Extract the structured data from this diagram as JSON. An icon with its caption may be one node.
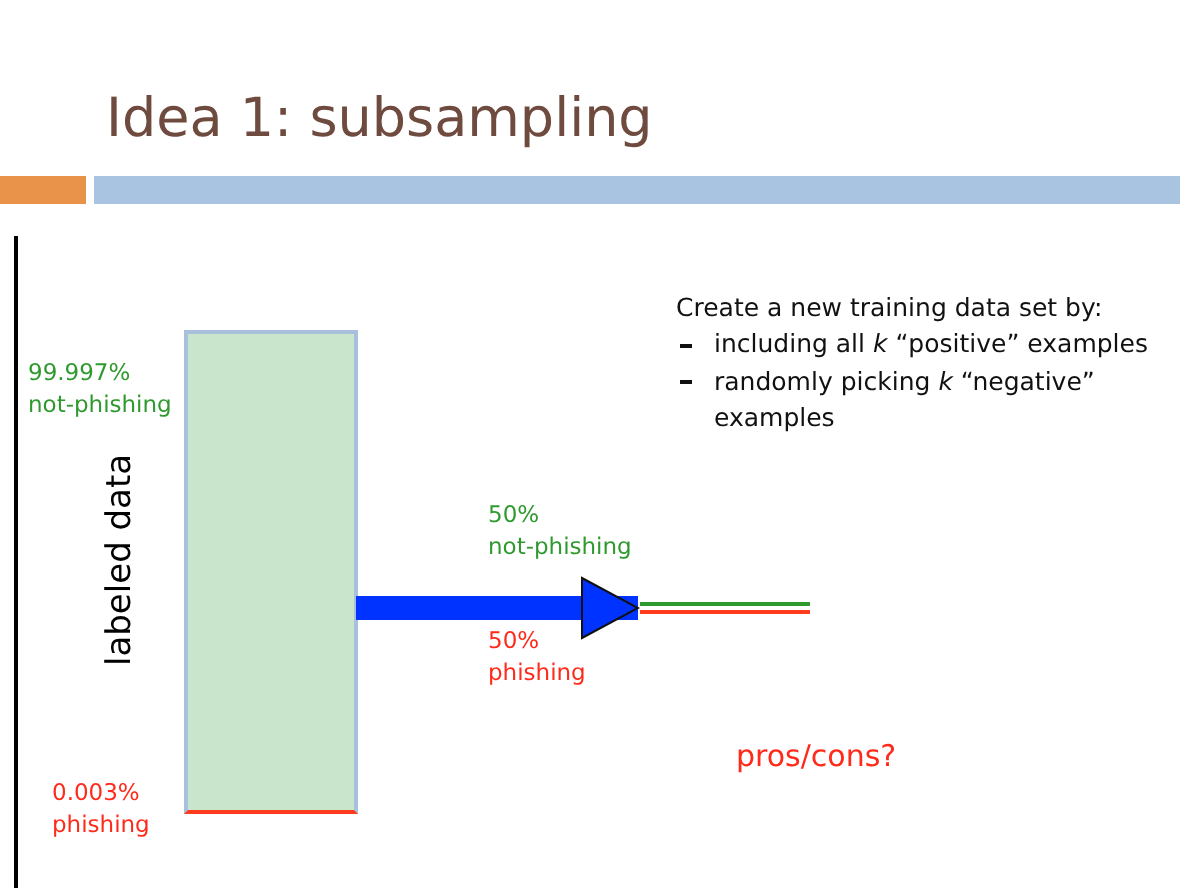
{
  "diagram": {
    "title": "Idea 1: subsampling",
    "nodes": [
      {
        "text": [],
        "shape": "bar"
      },
      {
        "text": [],
        "shape": "bar"
      }
    ],
    "edges": [
      {
        "from": 0,
        "to": 1,
        "arrow": "to"
      }
    ],
    "labels": [
      "Create a new training data set by:",
      "including all *k* “positive” examples",
      "randomly picking *k* “negative” examples",
      "99.997% not-phishing",
      "labeled data",
      "0.003% phishing",
      "50% not-phishing",
      "50% phishing",
      "pros/cons?"
    ]
  }
}
